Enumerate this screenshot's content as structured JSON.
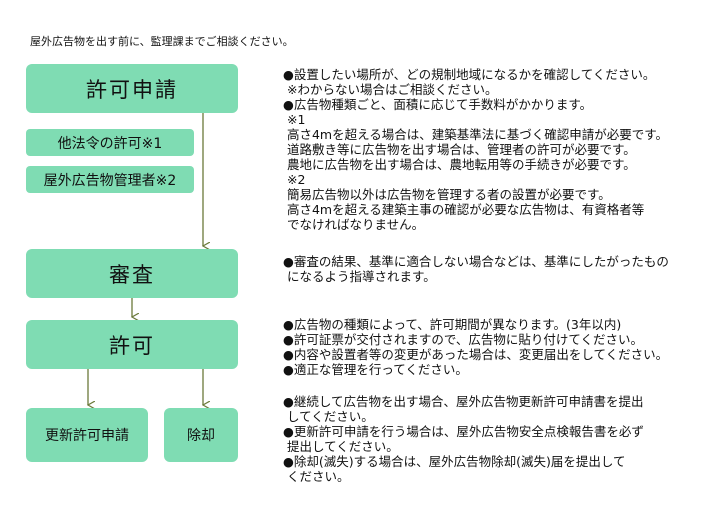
{
  "intro": "屋外広告物を出す前に、監理課までご相談ください。",
  "boxes": {
    "apply": "許可申請",
    "other_law": "他法令の許可※1",
    "manager": "屋外広告物管理者※2",
    "review": "審査",
    "permit": "許可",
    "renew": "更新許可申請",
    "remove": "除却"
  },
  "notes": {
    "apply": "●設置したい場所が、どの規制地域になるかを確認してください。\n ※わからない場合はご相談ください。\n●広告物種類ごと、面積に応じて手数料がかかります。\n ※1\n 高さ4mを超える場合は、建築基準法に基づく確認申請が必要です。\n 道路敷き等に広告物を出す場合は、管理者の許可が必要です。\n 農地に広告物を出す場合は、農地転用等の手続きが必要です。\n ※2\n 簡易広告物以外は広告物を管理する者の設置が必要です。\n 高さ4mを超える建築主事の確認が必要な広告物は、有資格者等\n でなければなりません。",
    "review": "●審査の結果、基準に適合しない場合などは、基準にしたがったもの\n になるよう指導されます。",
    "permit": "●広告物の種類によって、許可期間が異なります。(3年以内)\n●許可証票が交付されますので、広告物に貼り付けてください。\n●内容や設置者等の変更があった場合は、変更届出をしてください。\n●適正な管理を行ってください。",
    "after": "●継続して広告物を出す場合、屋外広告物更新許可申請書を提出\n してください。\n●更新許可申請を行う場合は、屋外広告物安全点検報告書を必ず\n 提出してください。\n●除却(滅失)する場合は、屋外広告物除却(滅失)届を提出して\n ください。"
  },
  "colors": {
    "box": "#7fdcb3",
    "arrow": "#6b7a3a"
  }
}
